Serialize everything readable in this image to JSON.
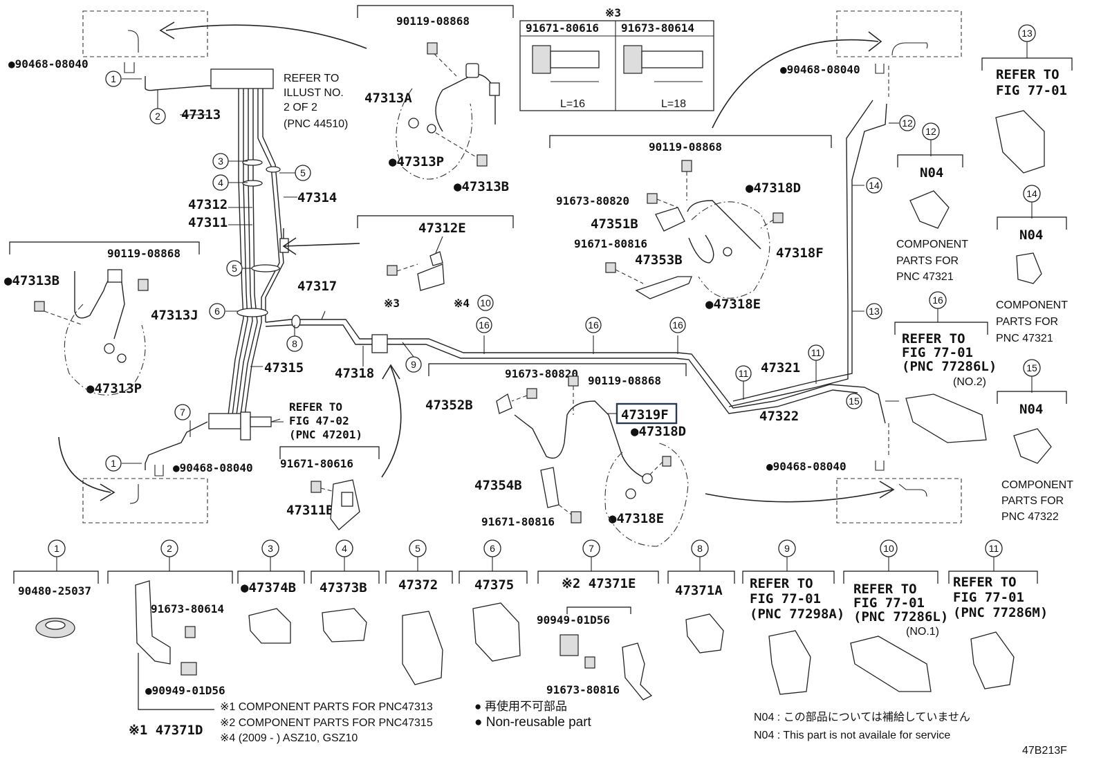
{
  "diagram_code": "47B213F",
  "callout_markers": [
    "1",
    "2",
    "3",
    "4",
    "5",
    "6",
    "7",
    "8",
    "9",
    "10",
    "11",
    "12",
    "13",
    "14",
    "15",
    "16"
  ],
  "top_right_note_mark": "※3",
  "parts": {
    "p47313": "47313",
    "p47314": "47314",
    "p47312": "47312",
    "p47311": "47311",
    "p47317": "47317",
    "p47315": "47315",
    "p47318": "47318",
    "p47321": "47321",
    "p47322": "47322",
    "p47313A": "47313A",
    "p47313P_top": "●47313P",
    "p47313B_top": "●47313B",
    "p47313B_left": "●47313B",
    "p47313J": "47313J",
    "p47313P_left": "●47313P",
    "p47312E": "47312E",
    "p47312E_note": "※3",
    "p47312E_note4": "※4",
    "p47318D_top": "●47318D",
    "p47351B": "47351B",
    "p47353B": "47353B",
    "p47318F": "47318F",
    "p47318E_top": "●47318E",
    "p47352B": "47352B",
    "p47319F": "47319F",
    "p47318D_low": "●47318D",
    "p47354B": "47354B",
    "p47318E_low": "●47318E",
    "p47311B": "47311B"
  },
  "bolts": {
    "b90468_tl": "●90468-08040",
    "b90468_bl": "●90468-08040",
    "b90468_tr": "●90468-08040",
    "b90468_br": "●90468-08040",
    "b90119_top": "90119-08868",
    "b90119_left": "90119-08868",
    "b90119_mid": "90119-08868",
    "b90119_low": "90119-08868",
    "b91673_80820a": "91673-80820",
    "b91671_80816a": "91671-80816",
    "b91673_80820b": "91673-80820",
    "b91671_80616": "91671-80616",
    "b91671_80816b": "91671-80816"
  },
  "bolt_table": {
    "col1": "91671-80616",
    "col2": "91673-80614",
    "len1": "L=16",
    "len2": "L=18"
  },
  "refer_notes": {
    "illust": [
      "REFER TO",
      "ILLUST NO.",
      "2 OF 2",
      "(PNC 44510)"
    ],
    "fig4702": [
      "REFER TO",
      "FIG 47-02",
      "(PNC 47201)"
    ],
    "ref13": [
      "REFER TO",
      "FIG 77-01"
    ],
    "ref16": [
      "REFER TO",
      "FIG 77-01",
      "(PNC 77286L)",
      "(NO.2)"
    ]
  },
  "component_boxes": {
    "c12": {
      "code": "N04",
      "text": [
        "COMPONENT",
        "PARTS FOR",
        "PNC 47321"
      ]
    },
    "c14": {
      "code": "N04",
      "text": [
        "COMPONENT",
        "PARTS FOR",
        "PNC 47321"
      ]
    },
    "c15": {
      "code": "N04",
      "text": [
        "COMPONENT",
        "PARTS FOR",
        "PNC 47322"
      ]
    }
  },
  "legend_items": {
    "i1": {
      "part": "90480-25037"
    },
    "i2": {
      "part": "※1 47371D",
      "bolt": "91673-80614",
      "clip": "●90949-01D56"
    },
    "i3": {
      "part": "●47374B"
    },
    "i4": {
      "part": "47373B"
    },
    "i5": {
      "part": "47372"
    },
    "i6": {
      "part": "47375"
    },
    "i7": {
      "part": "※2 47371E",
      "clip": "90949-01D56",
      "bolt": "91673-80816"
    },
    "i8": {
      "part": "47371A"
    },
    "i9": {
      "text": [
        "REFER TO",
        "FIG 77-01",
        "(PNC 77298A)"
      ]
    },
    "i10": {
      "text": [
        "REFER TO",
        "FIG 77-01",
        "(PNC 77286L)",
        "(NO.1)"
      ]
    },
    "i11": {
      "text": [
        "REFER TO",
        "FIG 77-01",
        "(PNC 77286M)"
      ]
    }
  },
  "footnotes": {
    "f1": "※1 COMPONENT PARTS FOR PNC47313",
    "f2": "※2 COMPONENT PARTS FOR PNC47315",
    "f4": "※4 (2009 -     ) ASZ10, GSZ10",
    "nr_jp": "● 再使用不可部品",
    "nr_en": "● Non-reusable part",
    "n04_jp": "N04 :  この部品については補給していません",
    "n04_en": "N04 :   This part is not availale for service"
  }
}
